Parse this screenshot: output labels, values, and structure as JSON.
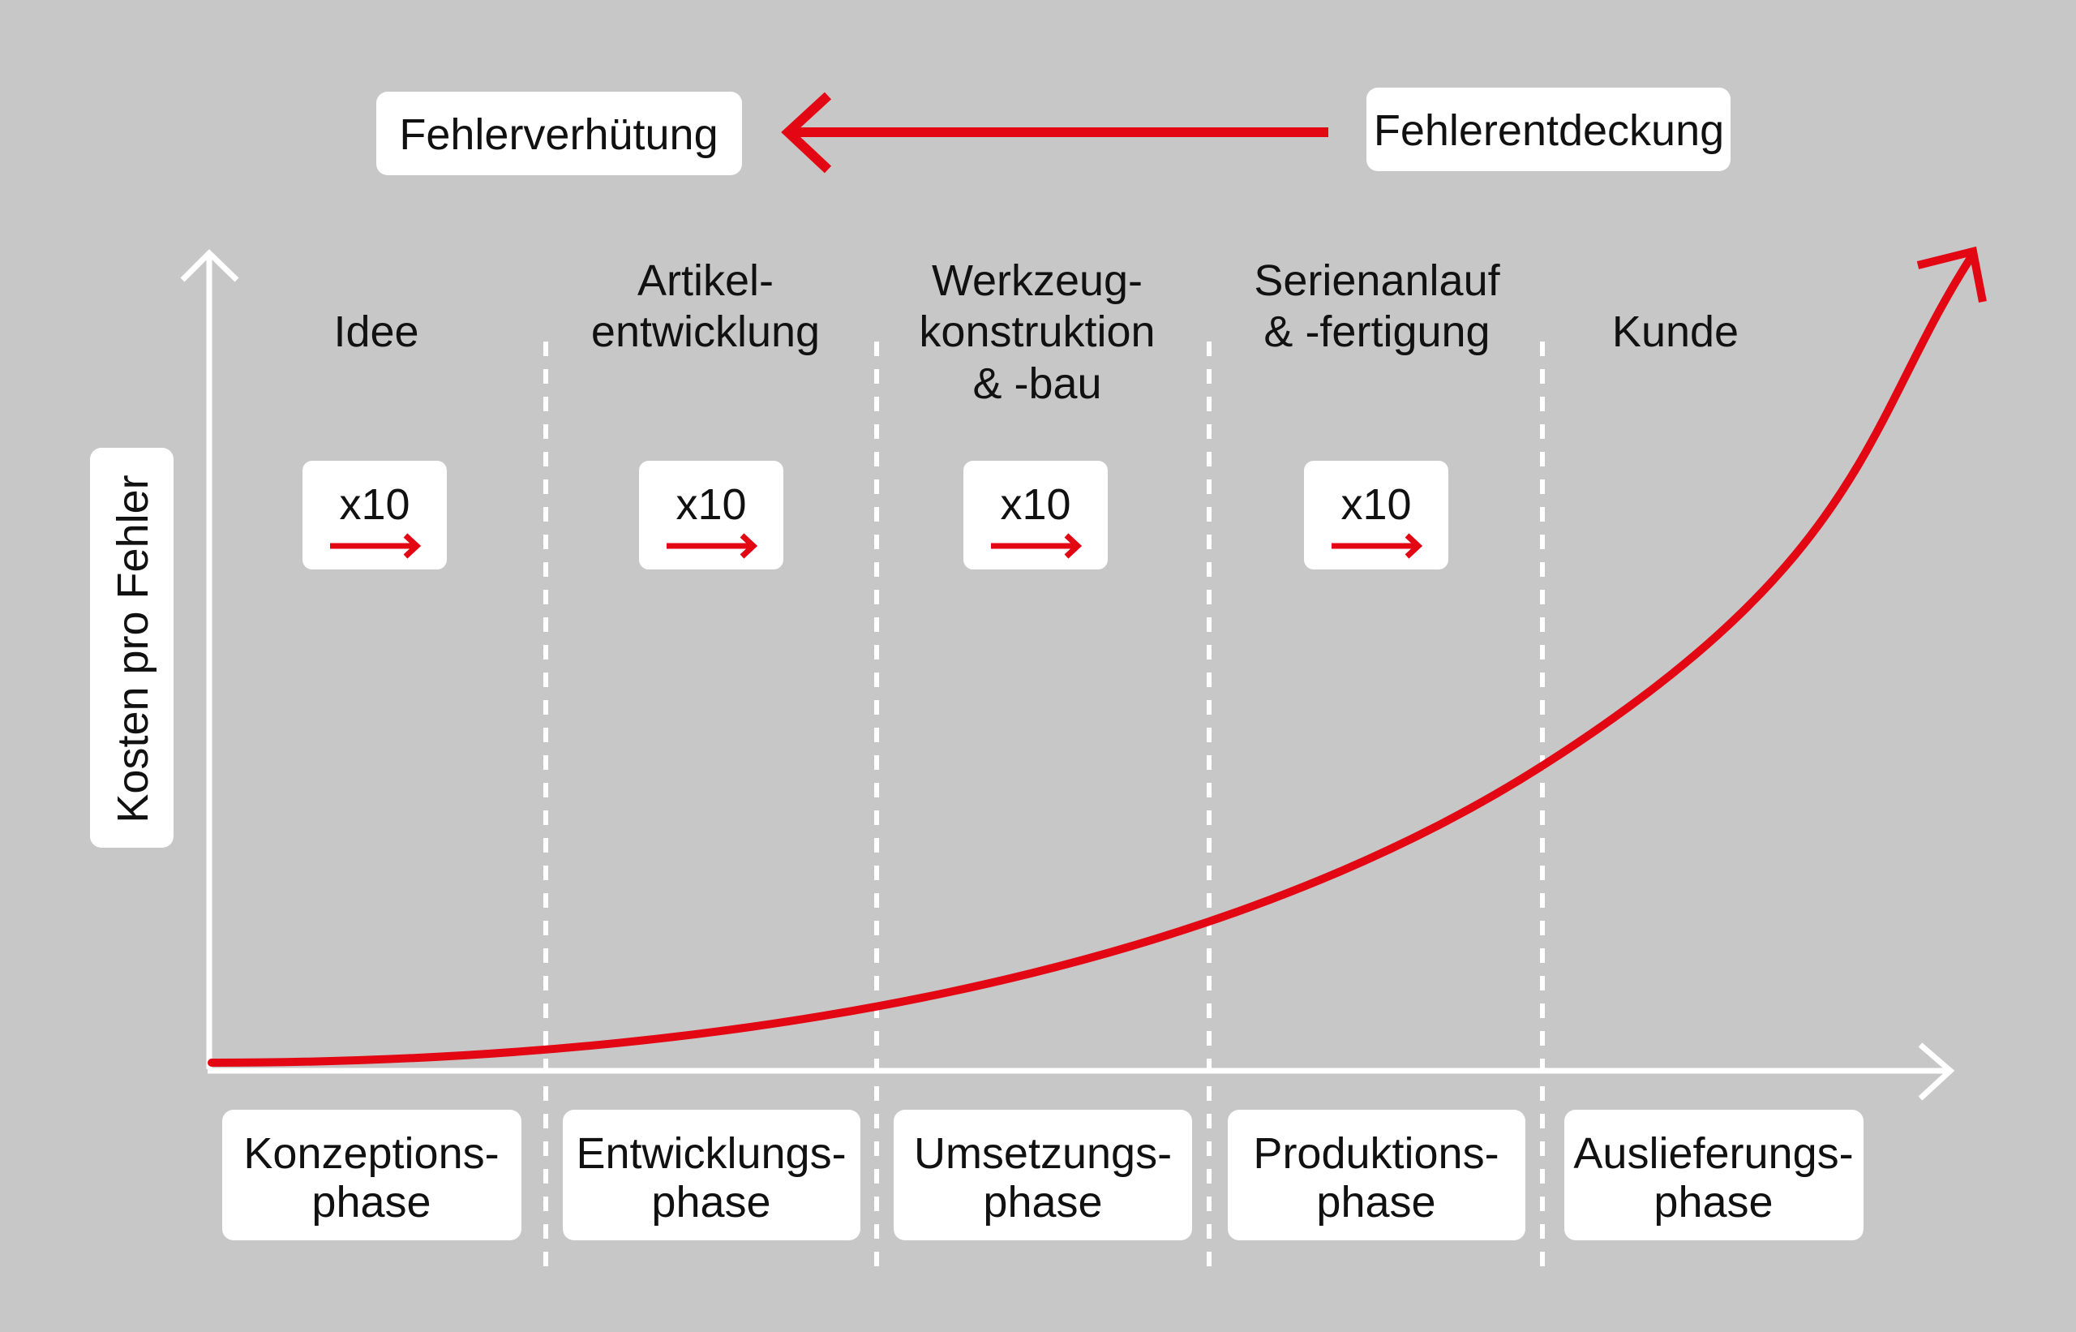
{
  "colors": {
    "background": "#c8c7c8",
    "accent": "#e30613",
    "box": "#ffffff"
  },
  "top": {
    "left_label": "Fehlerverhütung",
    "right_label": "Fehlerentdeckung",
    "arrow_direction": "left"
  },
  "y_axis_label": "Kosten pro Fehler",
  "columns": [
    {
      "header": [
        "Idee"
      ],
      "multiplier": "x10",
      "phase": [
        "Konzeptions-",
        "phase"
      ]
    },
    {
      "header": [
        "Artikel-",
        "entwicklung"
      ],
      "multiplier": "x10",
      "phase": [
        "Entwicklungs-",
        "phase"
      ]
    },
    {
      "header": [
        "Werkzeug-",
        "konstruktion",
        "& -bau"
      ],
      "multiplier": "x10",
      "phase": [
        "Umsetzungs-",
        "phase"
      ]
    },
    {
      "header": [
        "Serienanlauf",
        "& -fertigung"
      ],
      "multiplier": "x10",
      "phase": [
        "Produktions-",
        "phase"
      ]
    },
    {
      "header": [
        "Kunde"
      ],
      "phase": [
        "Auslieferungs-",
        "phase"
      ]
    }
  ]
}
